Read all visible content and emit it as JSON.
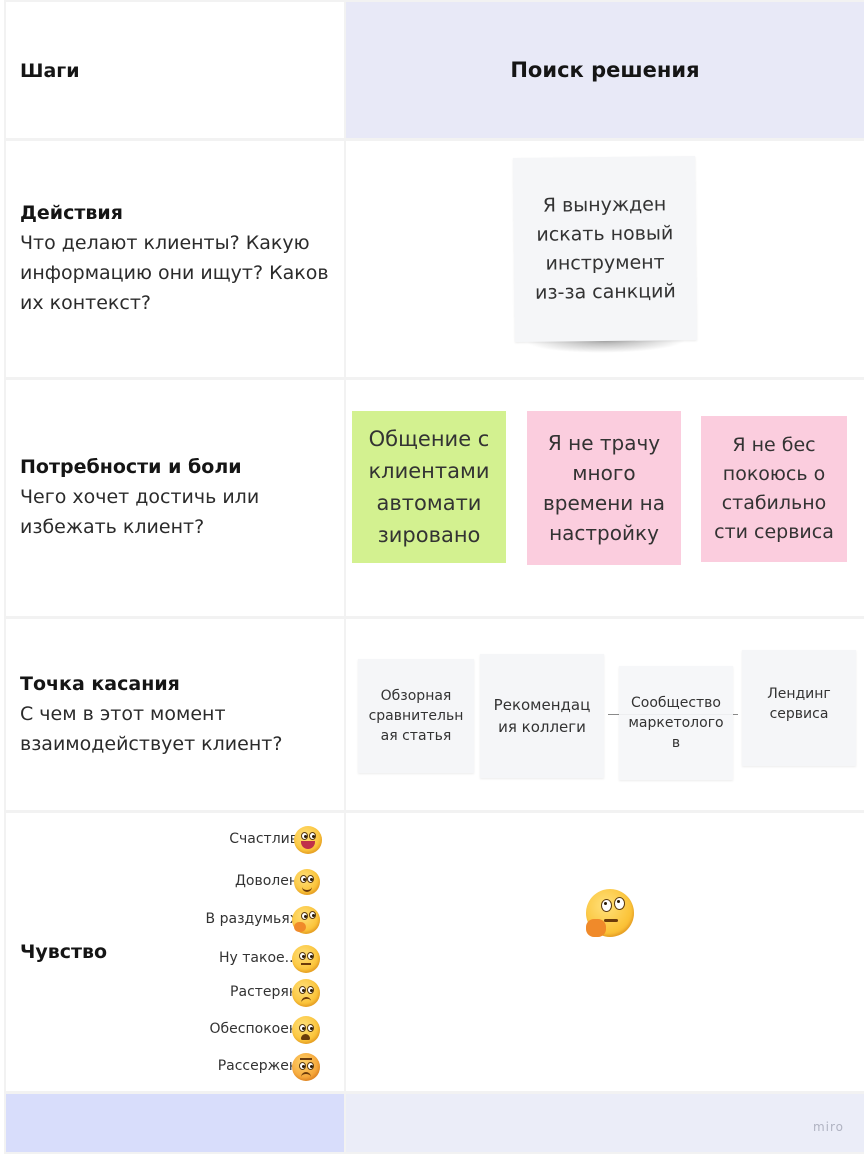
{
  "rows": {
    "steps": {
      "title": "Шаги"
    },
    "actions": {
      "title": "Действия",
      "text": "Что делают клиенты? Какую информацию они ищут? Каков их контекст?"
    },
    "needs": {
      "title": "Потребности и боли",
      "text": "Чего хочет достичь или избежать клиент?"
    },
    "touchpoint": {
      "title": "Точка касания",
      "text": "С чем в этот момент взаимодействует клиент?"
    },
    "feeling": {
      "title": "Чувство"
    }
  },
  "stage": {
    "title": "Поиск решения"
  },
  "stickies": {
    "actions": [
      {
        "text": "Я вынужден искать новый инструмент из-за санкций",
        "color": "#f5f6f8"
      }
    ],
    "needs": [
      {
        "text": "Общение с клиентами автомати зировано",
        "color": "#d3f190"
      },
      {
        "text": "Я не трачу много времени на настройку",
        "color": "#fbcdde"
      },
      {
        "text": "Я не бес покоюсь о стабильно сти сервиса",
        "color": "#fbcdde"
      }
    ],
    "touchpoint": [
      {
        "text": "Обзорная сравнительн ая статья"
      },
      {
        "text": "Рекомендац ия коллеги"
      },
      {
        "text": "Сообщество маркетолого в"
      },
      {
        "text": "Лендинг сервиса"
      }
    ]
  },
  "feelings": [
    {
      "label": "Счастлив",
      "icon": "happy-face-icon"
    },
    {
      "label": "Доволен",
      "icon": "smiling-face-icon"
    },
    {
      "label": "В раздумьях",
      "icon": "thinking-face-icon"
    },
    {
      "label": "Ну такое...",
      "icon": "neutral-face-icon"
    },
    {
      "label": "Растерян",
      "icon": "confused-face-icon"
    },
    {
      "label": "Обеспокоен",
      "icon": "worried-face-icon"
    },
    {
      "label": "Рассержен",
      "icon": "angry-face-icon"
    }
  ],
  "stage_feeling": {
    "icon": "thinking-face-icon"
  },
  "watermark": "miro"
}
